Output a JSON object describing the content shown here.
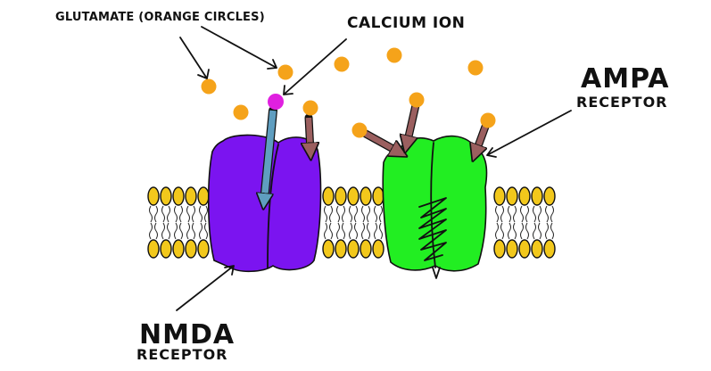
{
  "labels": {
    "glutamate": "GLUTAMATE (ORANGE CIRCLES)",
    "calcium": "CALCIUM ION",
    "ampa_name": "AMPA",
    "ampa_sub": "RECEPTOR",
    "nmda_name": "NMDA",
    "nmda_sub": "RECEPTOR"
  },
  "colors": {
    "glutamate": "#f5a31a",
    "calcium": "#e020e0",
    "lipid_head": "#f2c81c",
    "nmda_channel": "#7b14f0",
    "ampa_channel": "#22ee22",
    "binding_arrow": "#9b5f5f",
    "ion_arrow": "#5f9ec0",
    "outline": "#111111"
  }
}
